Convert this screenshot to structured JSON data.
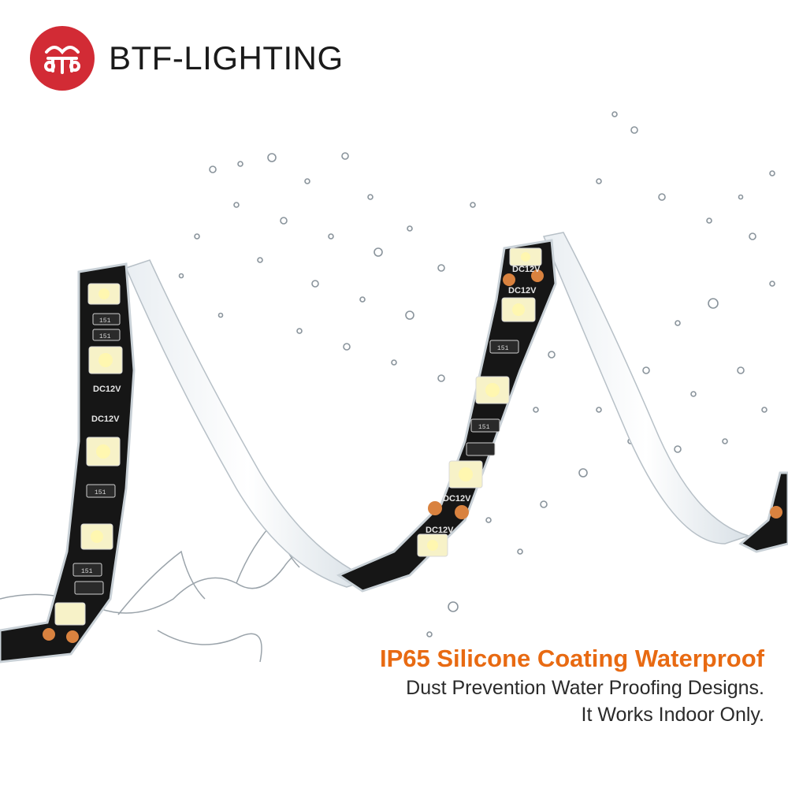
{
  "brand": {
    "name": "BTF-LIGHTING",
    "logo_color": "#d22b35"
  },
  "strip": {
    "labels": [
      "DC12V",
      "DC12V",
      "DC12V",
      "DC12V",
      "DC12V",
      "DC12V"
    ],
    "resistor_label": "151",
    "strip_color": "#161616",
    "led_color": "#f7f2c8",
    "pad_color": "#d9823f"
  },
  "caption": {
    "title": "IP65 Silicone Coating Waterproof",
    "line1": "Dust Prevention Water Proofing Designs.",
    "line2": "It Works Indoor Only.",
    "title_color": "#e86a12"
  }
}
